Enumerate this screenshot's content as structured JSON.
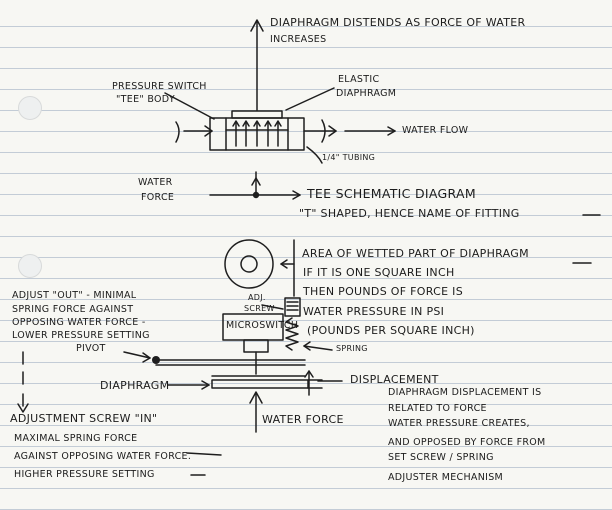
{
  "top_note_line1": "DIAPHRAGM DISTENDS AS FORCE OF WATER",
  "top_note_line2": "INCREASES",
  "pressure_switch_label_line1": "PRESSURE SWITCH",
  "pressure_switch_label_line2": "\"TEE\" BODY",
  "elastic_label_line1": "ELASTIC",
  "elastic_label_line2": "DIAPHRAGM",
  "water_flow_label": "WATER FLOW",
  "tubing_label": "1/4\" TUBING",
  "water_force_label_line1": "WATER",
  "water_force_label_line2": "FORCE",
  "tee_schematic_line1": "TEE SCHEMATIC DIAGRAM",
  "tee_schematic_line2": "\"T\" SHAPED, HENCE NAME OF FITTING",
  "area_note_lines": [
    "AREA OF WETTED PART OF DIAPHRAGM",
    "IF IT IS ONE SQUARE INCH",
    "THEN POUNDS OF FORCE IS",
    "WATER PRESSURE IN PSI",
    "(POUNDS PER SQUARE INCH)"
  ],
  "adjust_out_lines": [
    "ADJUST \"OUT\" - MINIMAL",
    "SPRING FORCE AGAINST",
    "OPPOSING WATER FORCE -",
    "LOWER PRESSURE SETTING"
  ],
  "adj_screw_label_line1": "ADJ.",
  "adj_screw_label_line2": "SCREW",
  "microswitch_label": "MICROSWITCH",
  "pivot_label": "PIVOT",
  "spring_label": "SPRING",
  "diaphragm_label": "DIAPHRAGM",
  "displacement_label": "DISPLACEMENT",
  "water_force_bottom_label": "WATER FORCE",
  "displacement_note_lines": [
    "DIAPHRAGM DISPLACEMENT IS",
    "RELATED TO FORCE",
    "WATER PRESSURE CREATES,",
    "AND OPPOSED BY FORCE FROM",
    "SET SCREW / SPRING",
    "ADJUSTER MECHANISM"
  ],
  "adjust_in_lines": [
    "ADJUSTMENT SCREW \"IN\"",
    "MAXIMAL SPRING FORCE",
    "AGAINST OPPOSING WATER FORCE.",
    "HIGHER PRESSURE SETTING"
  ]
}
